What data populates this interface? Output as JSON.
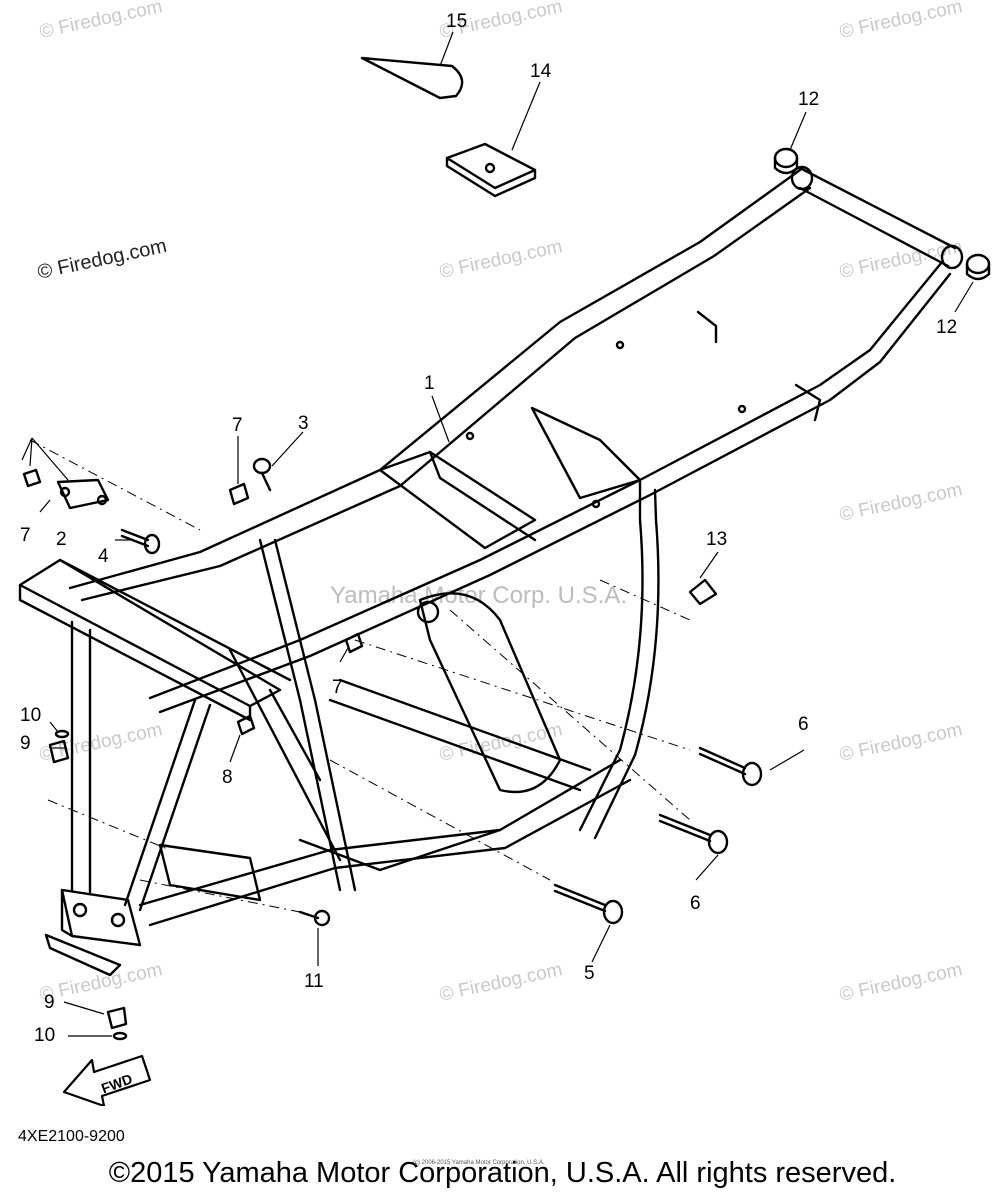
{
  "diagram": {
    "part_code": "4XE2100-9200",
    "copyright_small": "(c) 2006-2015 Yamaha Motor Corporation, U.S.A.",
    "copyright": "©2015 Yamaha Motor Corporation, U.S.A. All rights reserved.",
    "center_watermark": "Yamaha Motor Corp. U.S.A.",
    "fwd_label": "FWD",
    "watermarks": [
      "© Firedog.com",
      "© Firedog.com",
      "© Firedog.com",
      "© Firedog.com",
      "© Firedog.com",
      "© Firedog.com",
      "© Firedog.com",
      "© Firedog.com",
      "© Firedog.com",
      "© Firedog.com",
      "© Firedog.com",
      "© Firedog.com",
      "© Firedog.com"
    ],
    "callouts": [
      "15",
      "14",
      "12",
      "12",
      "1",
      "7",
      "3",
      "7",
      "2",
      "4",
      "13",
      "7",
      "10",
      "9",
      "8",
      "6",
      "6",
      "5",
      "11",
      "9",
      "10"
    ]
  }
}
